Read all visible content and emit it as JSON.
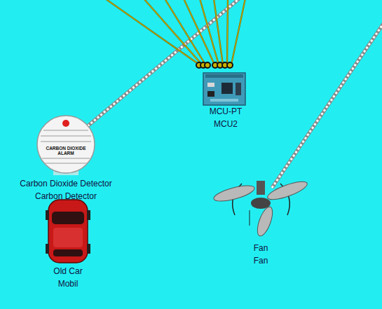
{
  "diagram": {
    "nodes": [
      {
        "text": [
          "MCU-PT",
          "MCU2"
        ]
      },
      {
        "text": [
          "Carbon Dioxide Detector",
          "Carbon Detector"
        ]
      },
      {
        "text": [
          "Fan",
          "Fan"
        ]
      },
      {
        "text": [
          "Old Car",
          "Mobil"
        ]
      }
    ],
    "labels": [
      "CARBON DIOXIDE",
      "ALARM"
    ]
  }
}
